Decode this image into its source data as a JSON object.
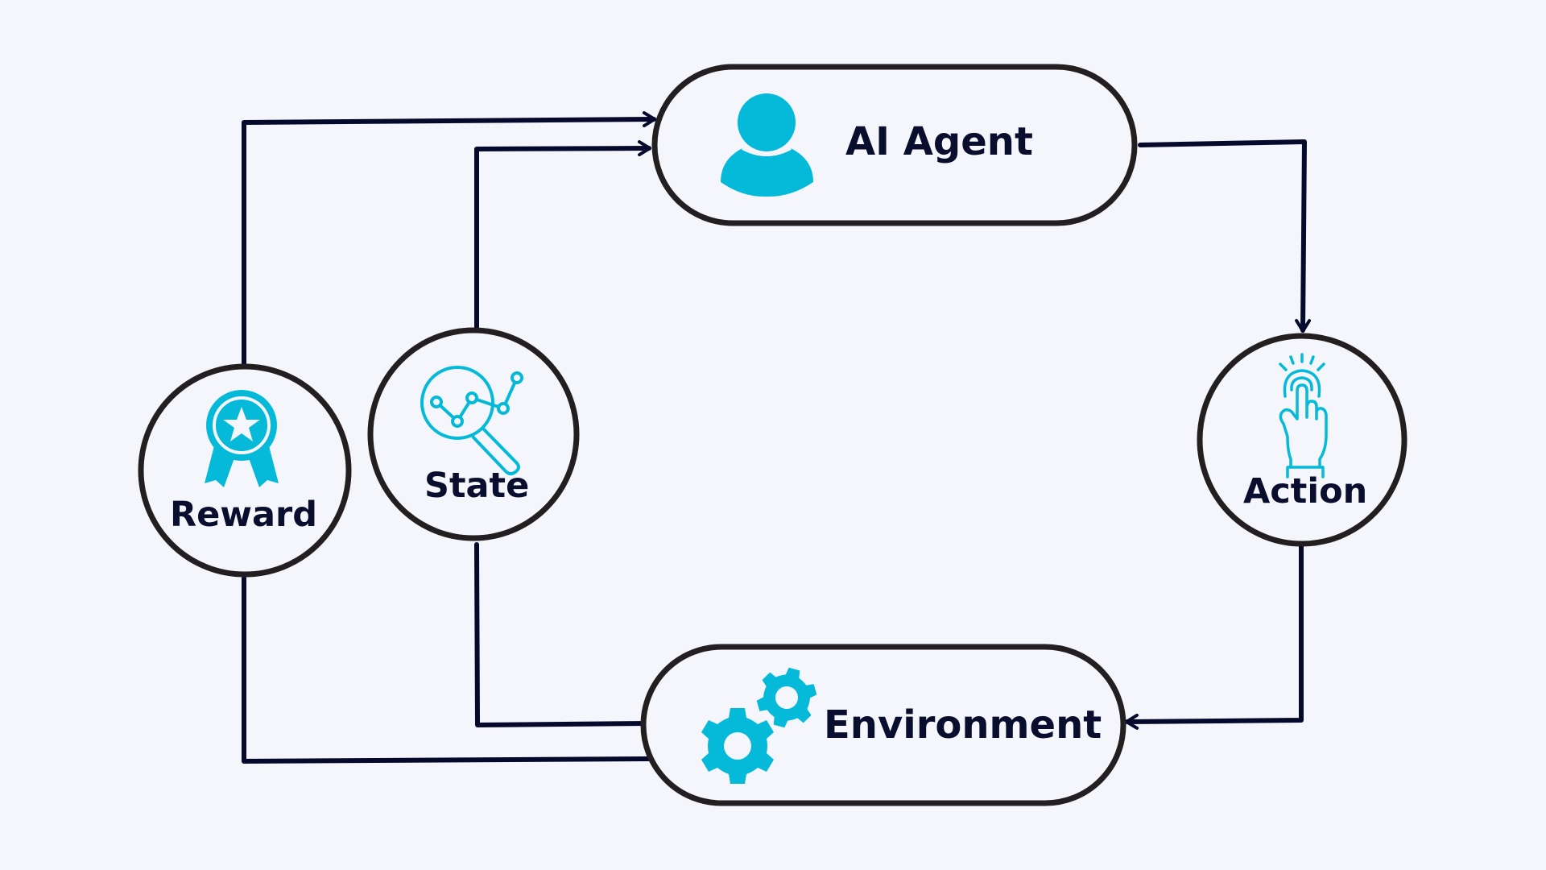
{
  "diagram": {
    "type": "reinforcement-learning-loop",
    "colors": {
      "background": "#f4f6fb",
      "node_outline": "#231f20",
      "connector": "#050a2c",
      "icon": "#05b9d9",
      "label": "#0a0e2e"
    },
    "nodes": {
      "agent": {
        "label": "AI Agent",
        "icon": "person-icon",
        "shape": "pill"
      },
      "environment": {
        "label": "Environment",
        "icon": "gears-icon",
        "shape": "pill"
      },
      "action": {
        "label": "Action",
        "icon": "tap-hand-icon",
        "shape": "circle"
      },
      "state": {
        "label": "State",
        "icon": "magnifier-chart-icon",
        "shape": "circle"
      },
      "reward": {
        "label": "Reward",
        "icon": "award-ribbon-icon",
        "shape": "circle"
      }
    },
    "edges": [
      {
        "from": "agent",
        "to": "action",
        "arrow": "end"
      },
      {
        "from": "action",
        "to": "environment",
        "arrow": "end"
      },
      {
        "from": "environment",
        "to": "state",
        "arrow": "none"
      },
      {
        "from": "environment",
        "to": "reward",
        "arrow": "none"
      },
      {
        "from": "state",
        "to": "agent",
        "arrow": "end"
      },
      {
        "from": "reward",
        "to": "agent",
        "arrow": "end"
      }
    ]
  }
}
